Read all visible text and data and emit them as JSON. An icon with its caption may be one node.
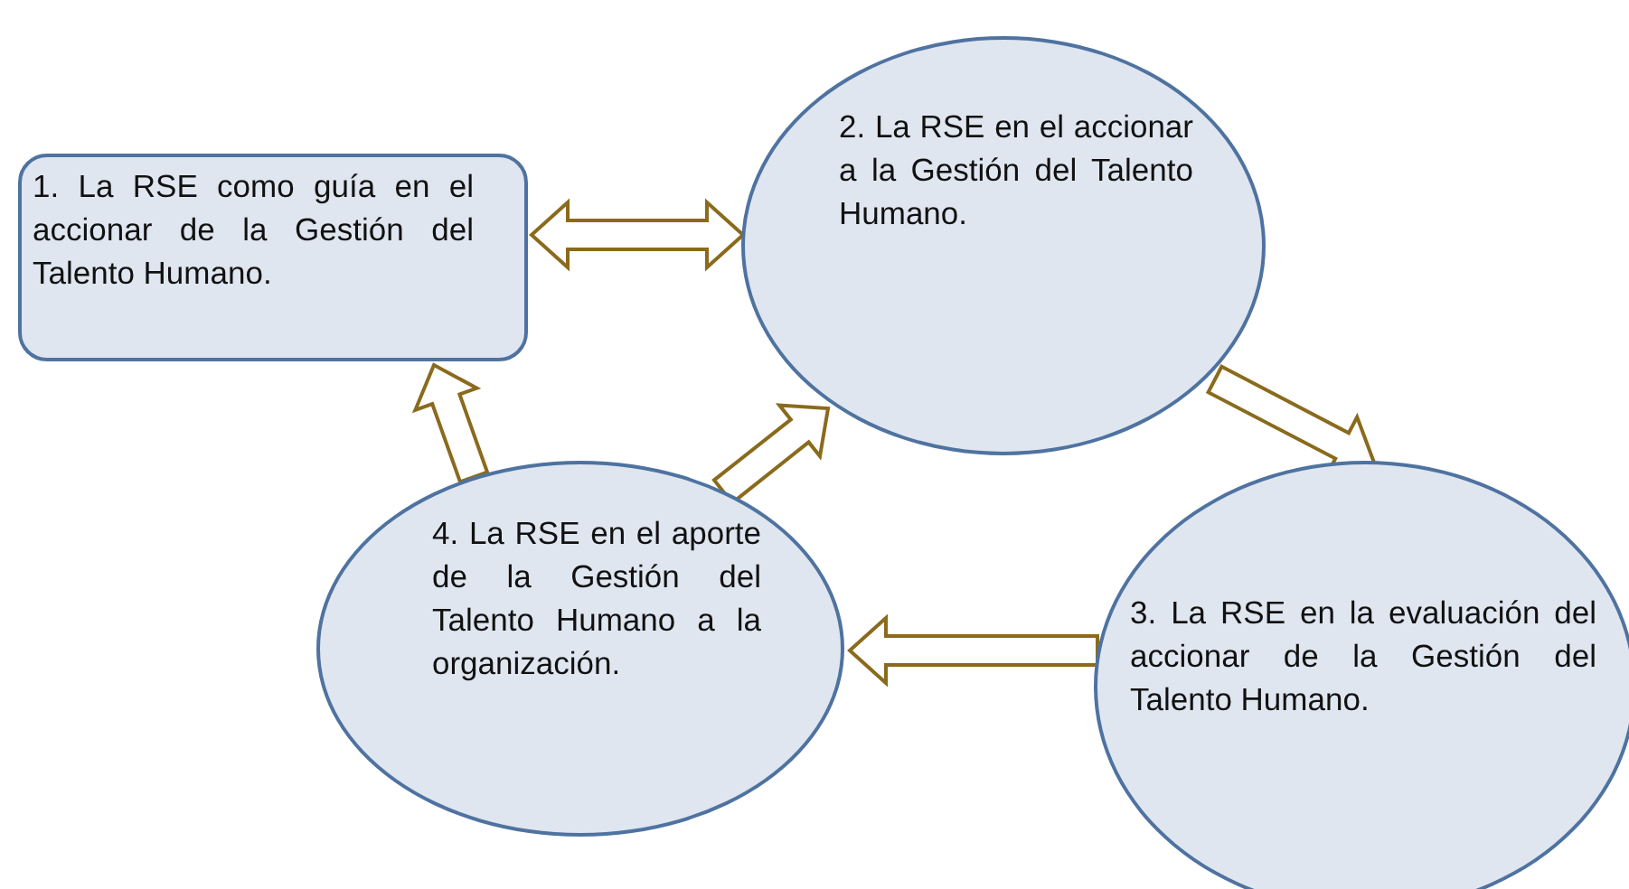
{
  "diagram": {
    "nodes": [
      {
        "text": [
          "1. La RSE como guía en el accionar de la Gestión del Talento Humano."
        ]
      },
      {
        "text": [
          "2. La RSE en el accionar a la Gestión del Talento Humano."
        ]
      },
      {
        "text": [
          "3. La RSE en la evaluación del accionar de la Gestión del Talento Humano."
        ]
      },
      {
        "text": [
          "4. La RSE en el aporte de la Gestión del Talento Humano a la organización."
        ]
      }
    ],
    "edges": [
      {
        "from": 0,
        "to": 1,
        "arrow": "both"
      },
      {
        "from": 1,
        "to": 2,
        "arrow": "to"
      },
      {
        "from": 2,
        "to": 3,
        "arrow": "to"
      },
      {
        "from": 3,
        "to": 0,
        "arrow": "to"
      },
      {
        "from": 3,
        "to": 1,
        "arrow": "to"
      }
    ]
  }
}
